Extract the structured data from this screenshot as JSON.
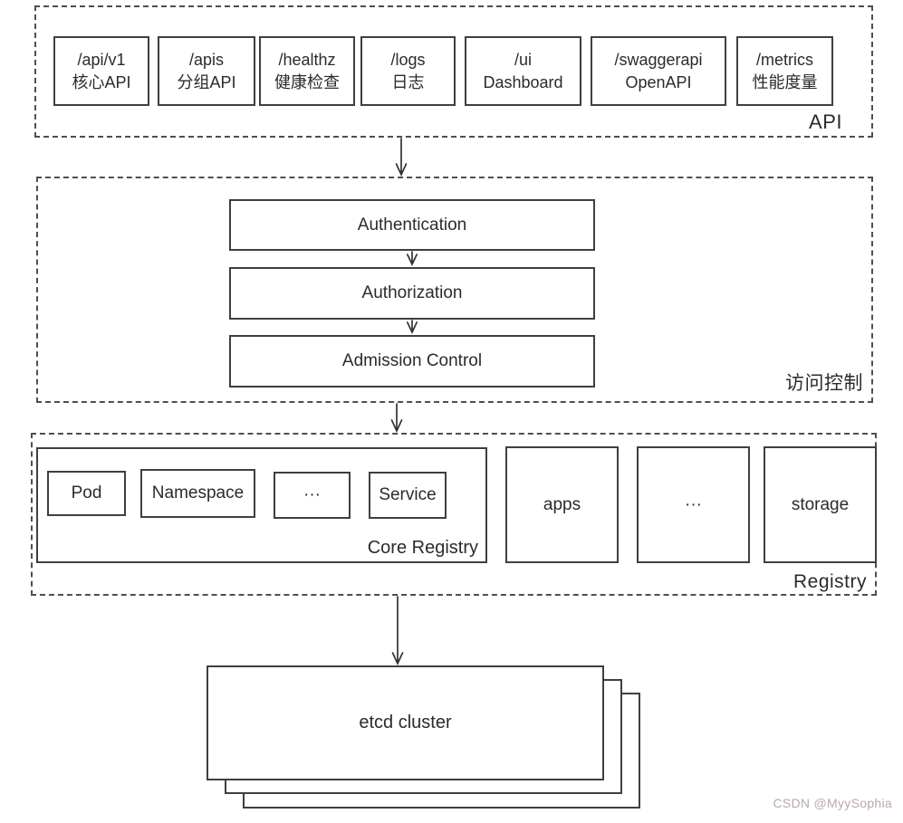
{
  "colors": {
    "line": "#3f3f3f",
    "dashed_border": "#4f4f4f",
    "text": "#2b2b2b",
    "watermark": "#b9a9a9",
    "background": "#ffffff"
  },
  "sections": {
    "api": {
      "label": "API",
      "endpoints": [
        {
          "path": "/api/v1",
          "desc": "核心API"
        },
        {
          "path": "/apis",
          "desc": "分组API"
        },
        {
          "path": "/healthz",
          "desc": "健康检查"
        },
        {
          "path": "/logs",
          "desc": "日志"
        },
        {
          "path": "/ui",
          "desc": "Dashboard"
        },
        {
          "path": "/swaggerapi",
          "desc": "OpenAPI"
        },
        {
          "path": "/metrics",
          "desc": "性能度量"
        }
      ]
    },
    "access_control": {
      "label": "访问控制",
      "steps": [
        "Authentication",
        "Authorization",
        "Admission Control"
      ]
    },
    "registry": {
      "label": "Registry",
      "core_registry": {
        "label": "Core Registry",
        "items": [
          "Pod",
          "Namespace",
          "···",
          "Service"
        ]
      },
      "groups": [
        "apps",
        "···",
        "storage"
      ]
    },
    "etcd": {
      "label": "etcd cluster"
    }
  },
  "watermark": {
    "text": "CSDN @MyySophia"
  }
}
